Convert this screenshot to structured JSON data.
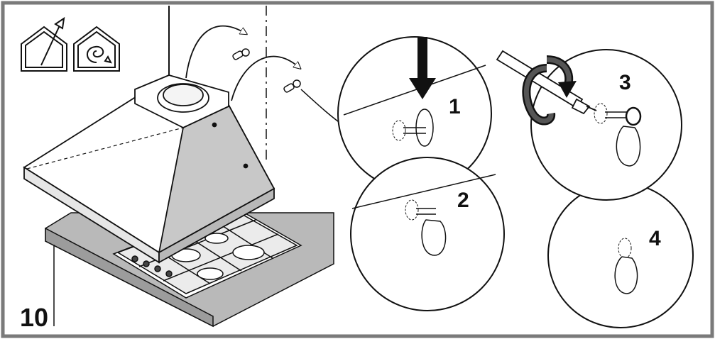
{
  "figure": {
    "number": "10",
    "frame_color": "#7a7a7a",
    "shade_color": "#c8c8c8",
    "worktop_color": "#b9b9b9",
    "line_color": "#111111"
  },
  "icons": [
    "extraction-house-icon",
    "recirculation-house-icon"
  ],
  "steps": [
    {
      "label": "1"
    },
    {
      "label": "2"
    },
    {
      "label": "3"
    },
    {
      "label": "4"
    }
  ]
}
